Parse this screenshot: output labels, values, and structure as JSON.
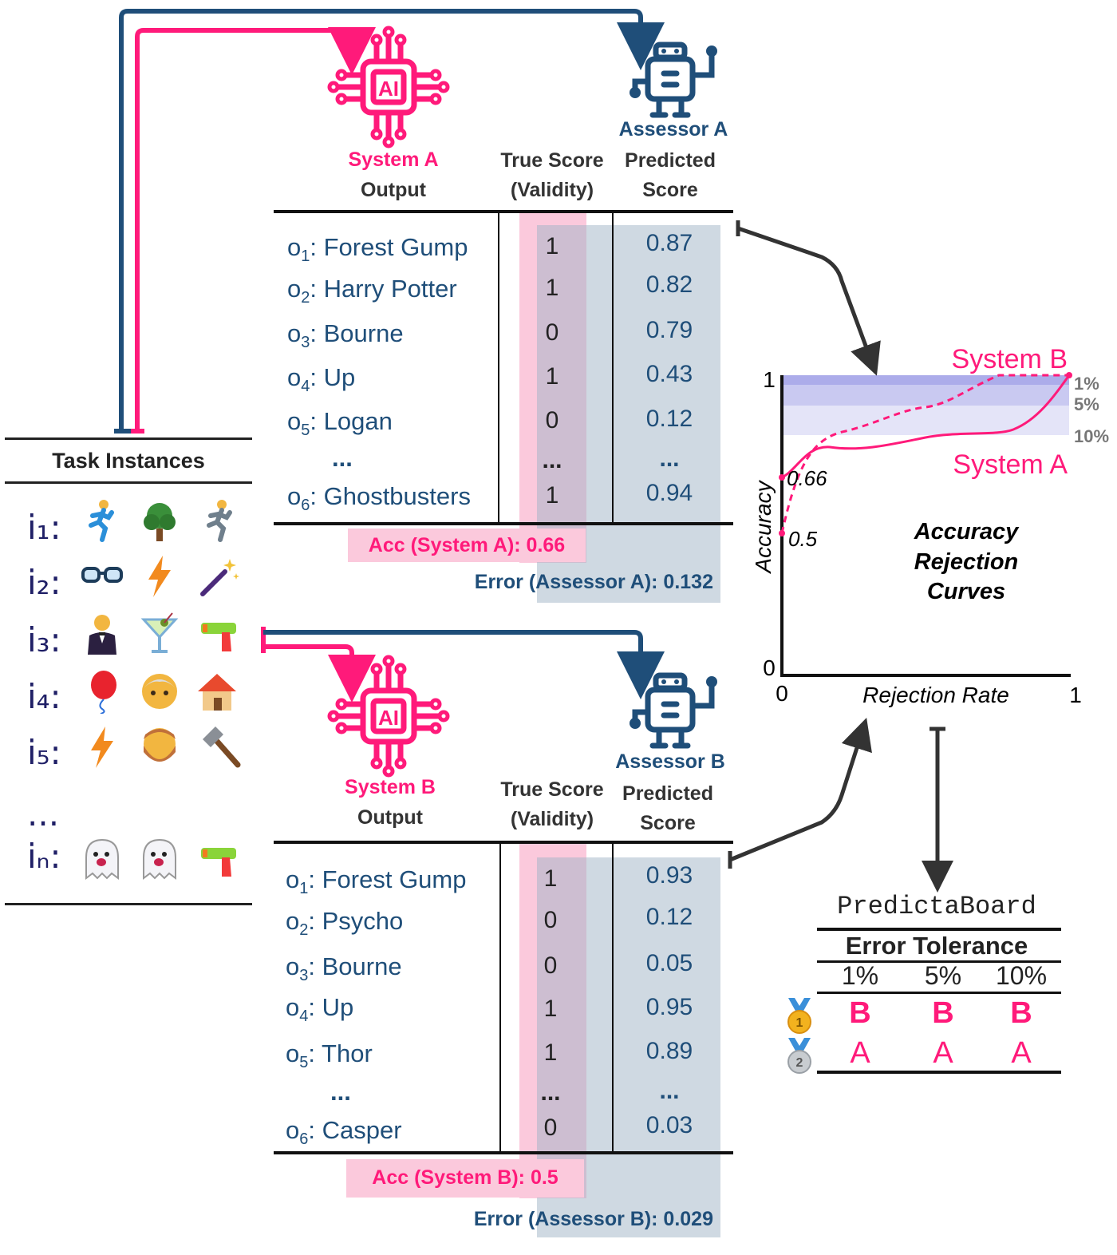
{
  "task": {
    "title": "Task Instances",
    "ids": [
      "i₁:",
      "i₂:",
      "i₃:",
      "i₄:",
      "i₅:",
      "...",
      "iₙ:"
    ]
  },
  "system_a": {
    "icon_text": "AI",
    "name": "System A",
    "output_label": "Output",
    "assessor": "Assessor A",
    "true_header": [
      "True Score",
      "(Validity)"
    ],
    "pred_header": [
      "Predicted",
      "Score"
    ],
    "rows": [
      {
        "o": "o",
        "sub": "1",
        "name": ": Forest Gump",
        "true": "1",
        "pred": "0.87"
      },
      {
        "o": "o",
        "sub": "2",
        "name": ": Harry Potter",
        "true": "1",
        "pred": "0.82"
      },
      {
        "o": "o",
        "sub": "3",
        "name": ": Bourne",
        "true": "0",
        "pred": "0.79"
      },
      {
        "o": "o",
        "sub": "4",
        "name": ": Up",
        "true": "1",
        "pred": "0.43"
      },
      {
        "o": "o",
        "sub": "5",
        "name": ": Logan",
        "true": "0",
        "pred": "0.12"
      },
      {
        "o": "",
        "sub": "",
        "name": "...",
        "true": "...",
        "pred": "..."
      },
      {
        "o": "o",
        "sub": "6",
        "name": ": Ghostbusters",
        "true": "1",
        "pred": "0.94"
      }
    ],
    "acc": "Acc (System A): 0.66",
    "err": "Error (Assessor A): 0.132"
  },
  "system_b": {
    "icon_text": "AI",
    "name": "System B",
    "output_label": "Output",
    "assessor": "Assessor B",
    "true_header": [
      "True Score",
      "(Validity)"
    ],
    "pred_header": [
      "Predicted",
      "Score"
    ],
    "rows": [
      {
        "o": "o",
        "sub": "1",
        "name": ": Forest Gump",
        "true": "1",
        "pred": "0.93"
      },
      {
        "o": "o",
        "sub": "2",
        "name": ": Psycho",
        "true": "0",
        "pred": "0.12"
      },
      {
        "o": "o",
        "sub": "3",
        "name": ": Bourne",
        "true": "0",
        "pred": "0.05"
      },
      {
        "o": "o",
        "sub": "4",
        "name": ": Up",
        "true": "1",
        "pred": "0.95"
      },
      {
        "o": "o",
        "sub": "5",
        "name": ": Thor",
        "true": "1",
        "pred": "0.89"
      },
      {
        "o": "",
        "sub": "",
        "name": "...",
        "true": "...",
        "pred": "..."
      },
      {
        "o": "o",
        "sub": "6",
        "name": ": Casper",
        "true": "0",
        "pred": "0.03"
      }
    ],
    "acc": "Acc (System B): 0.5",
    "err": "Error (Assessor B): 0.029"
  },
  "chart": {
    "title_lines": [
      "Accuracy",
      "Rejection",
      "Curves"
    ],
    "xlabel": "Rejection Rate",
    "ylabel": "Accuracy",
    "x0": "0",
    "x1": "1",
    "y0": "0",
    "y1": "1",
    "mark_066": "0.66",
    "mark_05": "0.5",
    "series_b": "System B",
    "series_a": "System A",
    "bands": [
      "1%",
      "5%",
      "10%"
    ]
  },
  "predictaboard": {
    "title": "PredictaBoard",
    "subtitle": "Error Tolerance",
    "cols": [
      "1%",
      "5%",
      "10%"
    ],
    "rank1": [
      "B",
      "B",
      "B"
    ],
    "rank2": [
      "A",
      "A",
      "A"
    ],
    "medal1": "1",
    "medal2": "2"
  },
  "colors": {
    "pink": "#ff1a7a",
    "navy": "#1f4e79",
    "band": "#6b6bd9"
  }
}
